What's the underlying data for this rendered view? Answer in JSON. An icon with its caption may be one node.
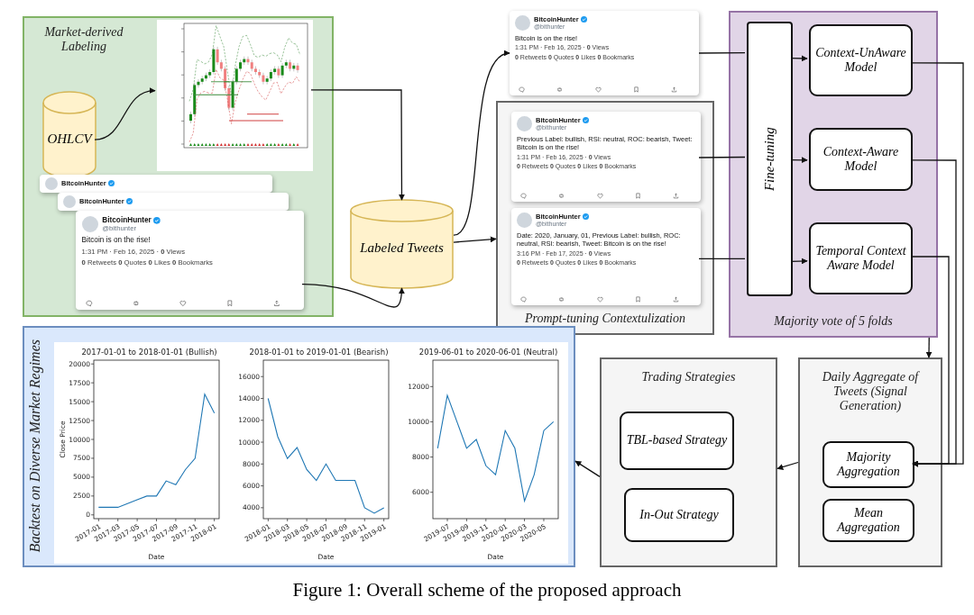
{
  "diagram": {
    "caption": "Figure 1: Overall scheme of the proposed approach",
    "nodes": [
      {
        "text": [
          "Market-derived Labeling"
        ]
      },
      {
        "text": [
          "OHLCV"
        ],
        "in": 0
      },
      {
        "text": [],
        "shape": "picture",
        "in": 0
      },
      {
        "text": [
          "BitcoinHunter"
        ],
        "in": 0
      },
      {
        "text": [
          "BitcoinHunter"
        ],
        "in": 0
      },
      {
        "text": [
          "BitcoinHunter",
          "@bithunter",
          "Bitcoin is on the rise!",
          "1:31 PM · Feb 16, 2025 · **0** Views",
          "**0** Retweets **0** Quotes **0** Likes **0** Bookmarks"
        ],
        "in": 0
      },
      {
        "text": [
          "Labeled Tweets"
        ]
      },
      {
        "text": [
          "BitcoinHunter",
          "@bithunter",
          "Bitcoin is on the rise!",
          "1:31 PM · Feb 16, 2025 · **0** Views",
          "**0** Retweets **0** Quotes **0** Likes **0** Bookmarks"
        ]
      },
      {
        "text": [
          "Prompt-tuning Contextulization"
        ]
      },
      {
        "text": [
          "BitcoinHunter",
          "@bithunter",
          "Previous Label: bullish, RSI: neutral, ROC: bearish, Tweet: Bitcoin is on the rise!",
          "1:31 PM · Feb 16, 2025 · **0** Views",
          "**0** Retweets **0** Quotes **0** Likes **0** Bookmarks"
        ],
        "in": 8
      },
      {
        "text": [
          "BitcoinHunter",
          "@bithunter",
          "Date: 2020, January, 01, Previous Label: bullish, ROC: neutral, RSI: bearish, Tweet: Bitcoin is on the rise!",
          "3:16 PM · Feb 17, 2025 · **0** Views",
          "**0** Retweets **0** Quotes **0** Likes **0** Bookmarks"
        ],
        "in": 8
      },
      {
        "text": [
          "Majority vote of 5 folds"
        ]
      },
      {
        "text": [
          "Fine-tuning"
        ],
        "in": 11
      },
      {
        "text": [
          "Context-UnAware Model"
        ],
        "in": 11
      },
      {
        "text": [
          "Context-Aware Model"
        ],
        "in": 11
      },
      {
        "text": [
          "Temporal Context Aware Model"
        ],
        "in": 11
      },
      {
        "text": [
          "Daily Aggregate of Tweets (Signal Generation)"
        ]
      },
      {
        "text": [
          "Majority Aggregation"
        ],
        "in": 16
      },
      {
        "text": [
          "Mean Aggregation"
        ],
        "in": 16
      },
      {
        "text": [
          "Trading Strategies"
        ]
      },
      {
        "text": [
          "TBL-based Strategy"
        ],
        "in": 19
      },
      {
        "text": [
          "In-Out Strategy"
        ],
        "in": 19
      },
      {
        "text": [
          "Backtest on Diverse Market Regimes"
        ]
      }
    ],
    "edges": [
      {
        "from": 1,
        "to": 2,
        "arrow": "to"
      },
      {
        "from": 2,
        "to": 6,
        "arrow": "to"
      },
      {
        "from": 5,
        "to": 6,
        "arrow": "to"
      },
      {
        "from": 6,
        "to": 7,
        "arrow": "to"
      },
      {
        "from": 6,
        "to": 8,
        "arrow": "to"
      },
      {
        "from": 7,
        "to": 12,
        "arrow": "none"
      },
      {
        "from": 12,
        "to": 13,
        "arrow": "to"
      },
      {
        "from": 9,
        "to": 12,
        "arrow": "none"
      },
      {
        "from": 12,
        "to": 14,
        "arrow": "to"
      },
      {
        "from": 10,
        "to": 12,
        "arrow": "none"
      },
      {
        "from": 12,
        "to": 15,
        "arrow": "to"
      },
      {
        "from": 13,
        "to": 17,
        "arrow": "to"
      },
      {
        "from": 14,
        "to": 17,
        "arrow": "to"
      },
      {
        "from": 15,
        "to": 17,
        "arrow": "to"
      },
      {
        "from": 11,
        "to": 16,
        "arrow": "to"
      },
      {
        "from": 16,
        "to": 19,
        "arrow": "to"
      },
      {
        "from": 19,
        "to": 22,
        "arrow": "to"
      }
    ],
    "chart_data": [
      {
        "type": "line",
        "title": "2017-01-01 to 2018-01-01 (Bullish)",
        "xlabel": "Date",
        "ylabel": "Close Price",
        "categories": [
          "2017-01",
          null,
          "2017-03",
          null,
          "2017-05",
          null,
          "2017-07",
          null,
          "2017-09",
          null,
          "2017-11",
          null,
          "2018-01"
        ],
        "series": [
          {
            "color": "#1f77b4",
            "values": [
              1000,
              1000,
              1000,
              1500,
              2000,
              2500,
              2500,
              4500,
              4000,
              6000,
              7500,
              16000,
              13500
            ]
          }
        ],
        "ylim": [
          -500,
          20500
        ],
        "yticks": [
          0,
          2500,
          5000,
          7500,
          10000,
          12500,
          15000,
          17500,
          20000
        ]
      },
      {
        "type": "line",
        "title": "2018-01-01 to 2019-01-01 (Bearish)",
        "xlabel": "Date",
        "categories": [
          "2018-01",
          null,
          "2018-03",
          null,
          "2018-05",
          null,
          "2018-07",
          null,
          "2018-09",
          null,
          "2018-11",
          null,
          "2019-01"
        ],
        "series": [
          {
            "color": "#1f77b4",
            "values": [
              14000,
              10500,
              8500,
              9500,
              7500,
              6500,
              8000,
              6500,
              6500,
              6500,
              4000,
              3500,
              4000
            ]
          }
        ],
        "ylim": [
          3000,
          17500
        ],
        "yticks": [
          4000,
          6000,
          8000,
          10000,
          12000,
          14000,
          16000
        ]
      },
      {
        "type": "line",
        "title": "2019-06-01 to 2020-06-01 (Neutral)",
        "xlabel": "Date",
        "categories": [
          null,
          "2019-07",
          null,
          "2019-09",
          null,
          "2019-11",
          null,
          "2020-01",
          null,
          "2020-03",
          null,
          "2020-05",
          null
        ],
        "series": [
          {
            "color": "#1f77b4",
            "values": [
              8500,
              11500,
              10000,
              8500,
              9000,
              7500,
              7000,
              9500,
              8500,
              5500,
              7000,
              9500,
              10000
            ]
          }
        ],
        "ylim": [
          4500,
          13500
        ],
        "yticks": [
          6000,
          8000,
          10000,
          12000
        ]
      }
    ]
  }
}
